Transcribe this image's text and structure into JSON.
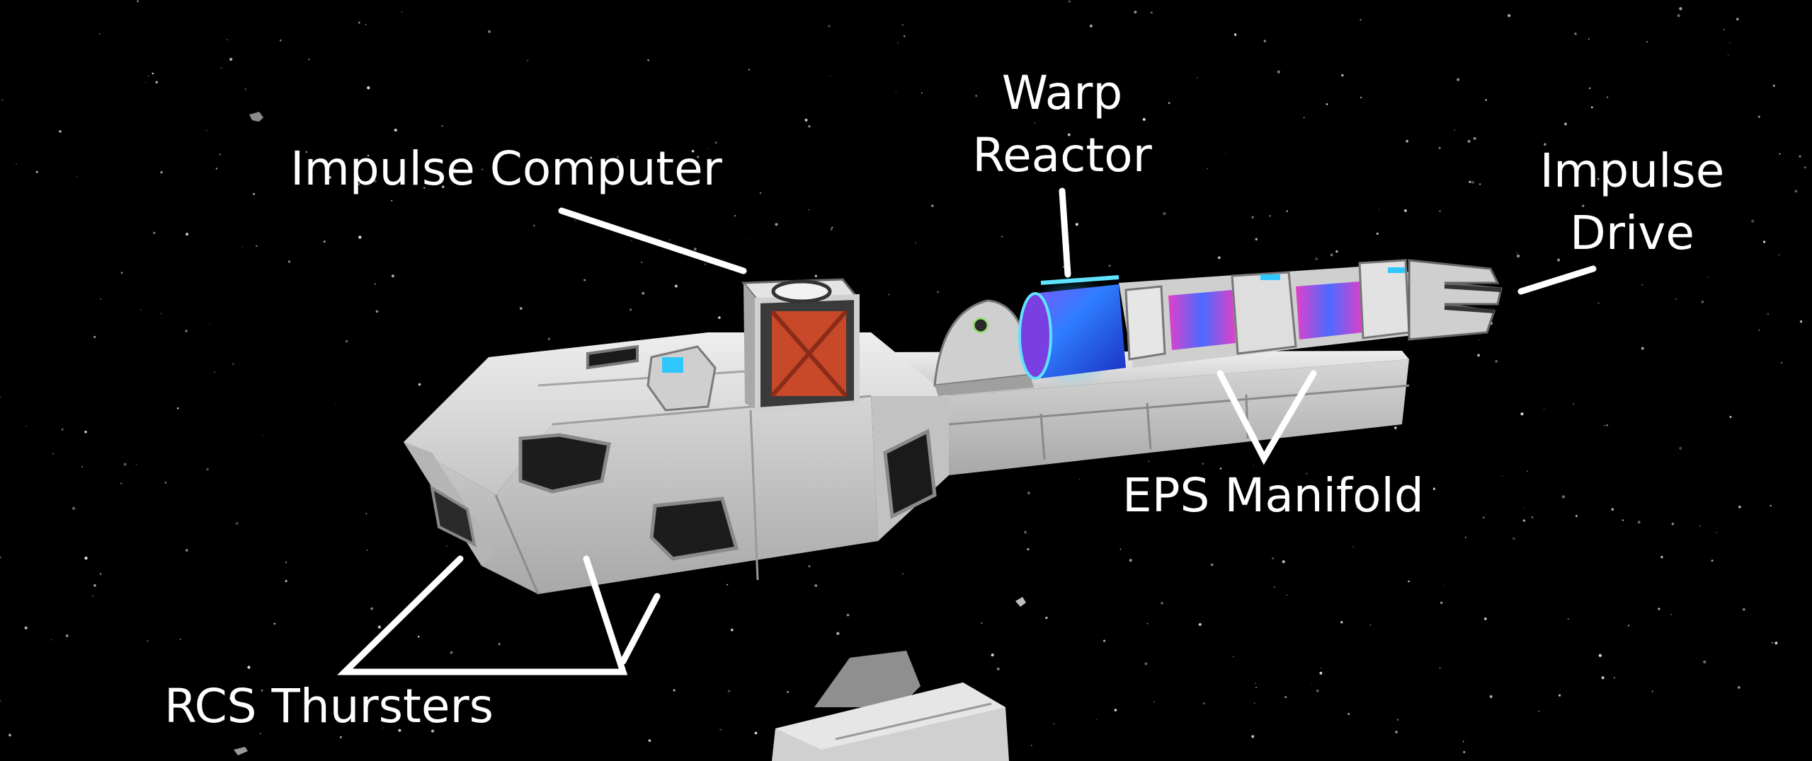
{
  "labels": {
    "impulse_computer": "Impulse Computer",
    "warp_reactor_line1": "Warp",
    "warp_reactor_line2": "Reactor",
    "impulse_drive_line1": "Impulse",
    "impulse_drive_line2": "Drive",
    "eps_manifold": "EPS Manifold",
    "rcs_thrusters": "RCS Thursters"
  },
  "colors": {
    "background": "#000000",
    "hull": "#d9d9d9",
    "hull_shadow": "#9a9a9a",
    "reactor_glow": "#2ec8ff",
    "reactor_core": "#3a6dff",
    "plasma_pink": "#e040c8",
    "computer_core": "#d8502a",
    "label_text": "#ffffff",
    "callout_line": "#ffffff"
  },
  "stars": {
    "count": 420,
    "seed": 7
  }
}
